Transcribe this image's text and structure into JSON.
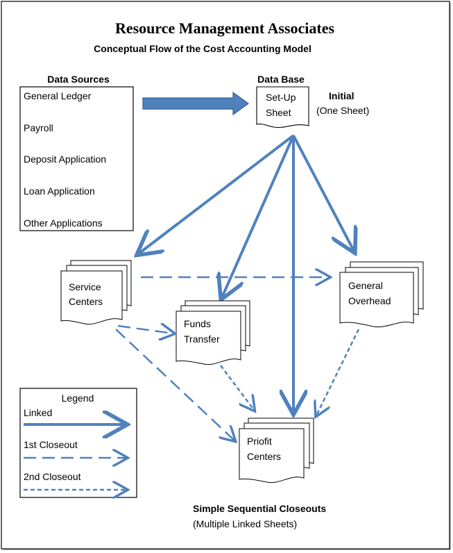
{
  "title": "Resource Management Associates",
  "subtitle": "Conceptual Flow of the Cost Accounting Model",
  "data_sources": {
    "heading": "Data Sources",
    "items": [
      "General Ledger",
      "Payroll",
      "Deposit Application",
      "Loan Application",
      "Other Applications"
    ]
  },
  "database": {
    "heading": "Data Base",
    "doc_line1": "Set-Up",
    "doc_line2": "Sheet",
    "initial_label": "Initial",
    "initial_note": "(One Sheet)"
  },
  "nodes": {
    "service_centers": [
      "Service",
      "Centers"
    ],
    "funds_transfer": [
      "Funds",
      "Transfer"
    ],
    "general_overhead": [
      "General",
      "Overhead"
    ],
    "profit_centers": [
      "Priofit",
      "Centers"
    ]
  },
  "legend": {
    "title": "Legend",
    "linked": "Linked",
    "first_closeout": "1st Closeout",
    "second_closeout": "2nd Closeout"
  },
  "footer": {
    "title": "Simple Sequential Closeouts",
    "note": "(Multiple Linked Sheets)"
  },
  "colors": {
    "arrow": "#4f81bd",
    "arrow_dark": "#385d8a",
    "stroke": "#000000"
  }
}
